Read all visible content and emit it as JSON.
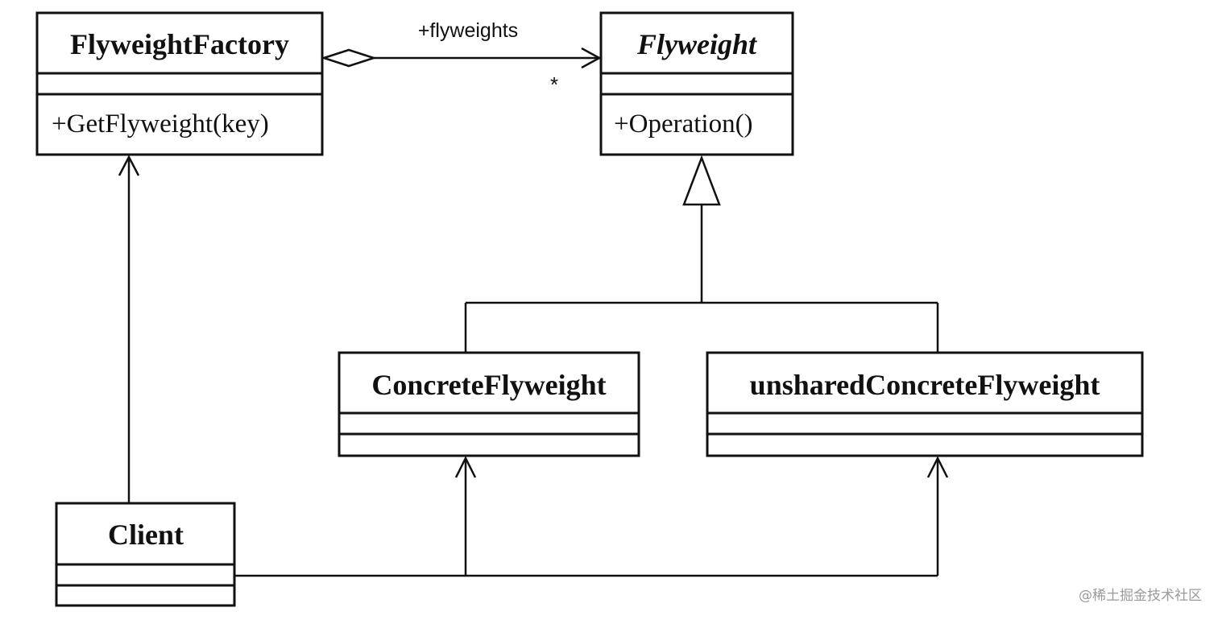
{
  "classes": {
    "flyweight_factory": {
      "name": "FlyweightFactory",
      "operation": "+GetFlyweight(key)"
    },
    "flyweight": {
      "name": "Flyweight",
      "operation": "+Operation()"
    },
    "concrete_flyweight": {
      "name": "ConcreteFlyweight"
    },
    "unshared_concrete_flyweight": {
      "name": "unsharedConcreteFlyweight"
    },
    "client": {
      "name": "Client"
    }
  },
  "associations": {
    "factory_to_flyweight": {
      "role": "+flyweights",
      "multiplicity": "*"
    }
  },
  "watermark": "@稀土掘金技术社区"
}
